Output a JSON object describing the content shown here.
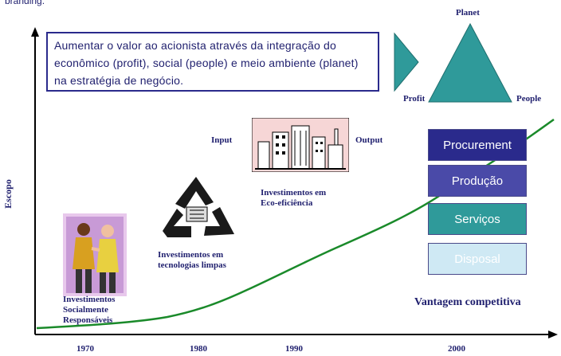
{
  "top_note": "branding.",
  "goal_text": [
    "Aumentar o valor ao acionista através da integração do",
    "econômico (profit), social (people) e meio ambiente (planet)",
    "na estratégia de negócio."
  ],
  "triangle": {
    "top": "Planet",
    "left": "Profit",
    "right": "People"
  },
  "y_axis_label": "Escopo",
  "input_label": "Input",
  "output_label": "Output",
  "captions": {
    "social": [
      "Investimentos",
      "Socialmente",
      "Responsáveis"
    ],
    "clean_tech": [
      "Investimentos em",
      "tecnologias limpas"
    ],
    "eco": [
      "Investimentos em",
      "Eco-eficiência"
    ]
  },
  "stairs": [
    {
      "label": "Procurement",
      "color": "#2a2a8c"
    },
    {
      "label": "Produção",
      "color": "#4a4aa8"
    },
    {
      "label": "Serviços",
      "color": "#2f9a9a"
    },
    {
      "label": "Disposal",
      "color": "#cfe9f4"
    }
  ],
  "competitive_label": "Vantagem competitiva",
  "years": [
    "1970",
    "1980",
    "1990",
    "2000"
  ],
  "colors": {
    "accent": "#1f1f6e",
    "teal": "#2f9a9a",
    "curve": "#1a8a2a"
  }
}
